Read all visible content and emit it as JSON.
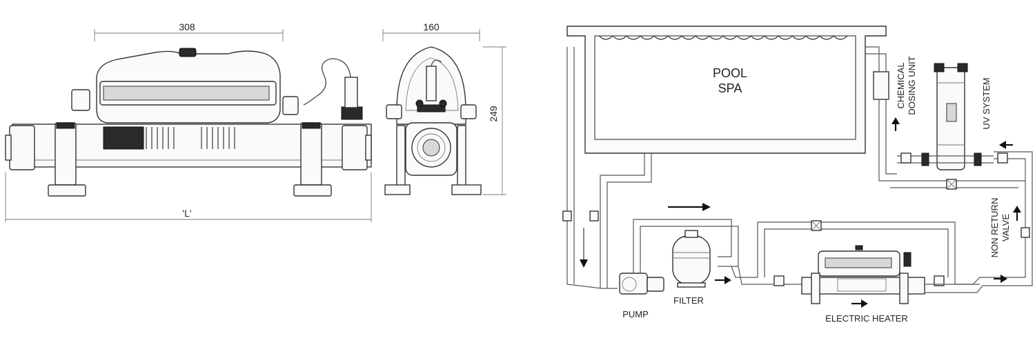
{
  "dimensions": {
    "width_label": "308",
    "depth_label": "160",
    "height_label": "249",
    "length_label": "'L'"
  },
  "schematic": {
    "pool_line1": "POOL",
    "pool_line2": "SPA",
    "chemical_line1": "CHEMICAL",
    "chemical_line2": "DOSING UNIT",
    "uv_label": "UV SYSTEM",
    "nrv_line1": "NON RETURN",
    "nrv_line2": "VALVE",
    "pump_label": "PUMP",
    "filter_label": "FILTER",
    "heater_label": "ELECTRIC HEATER"
  }
}
